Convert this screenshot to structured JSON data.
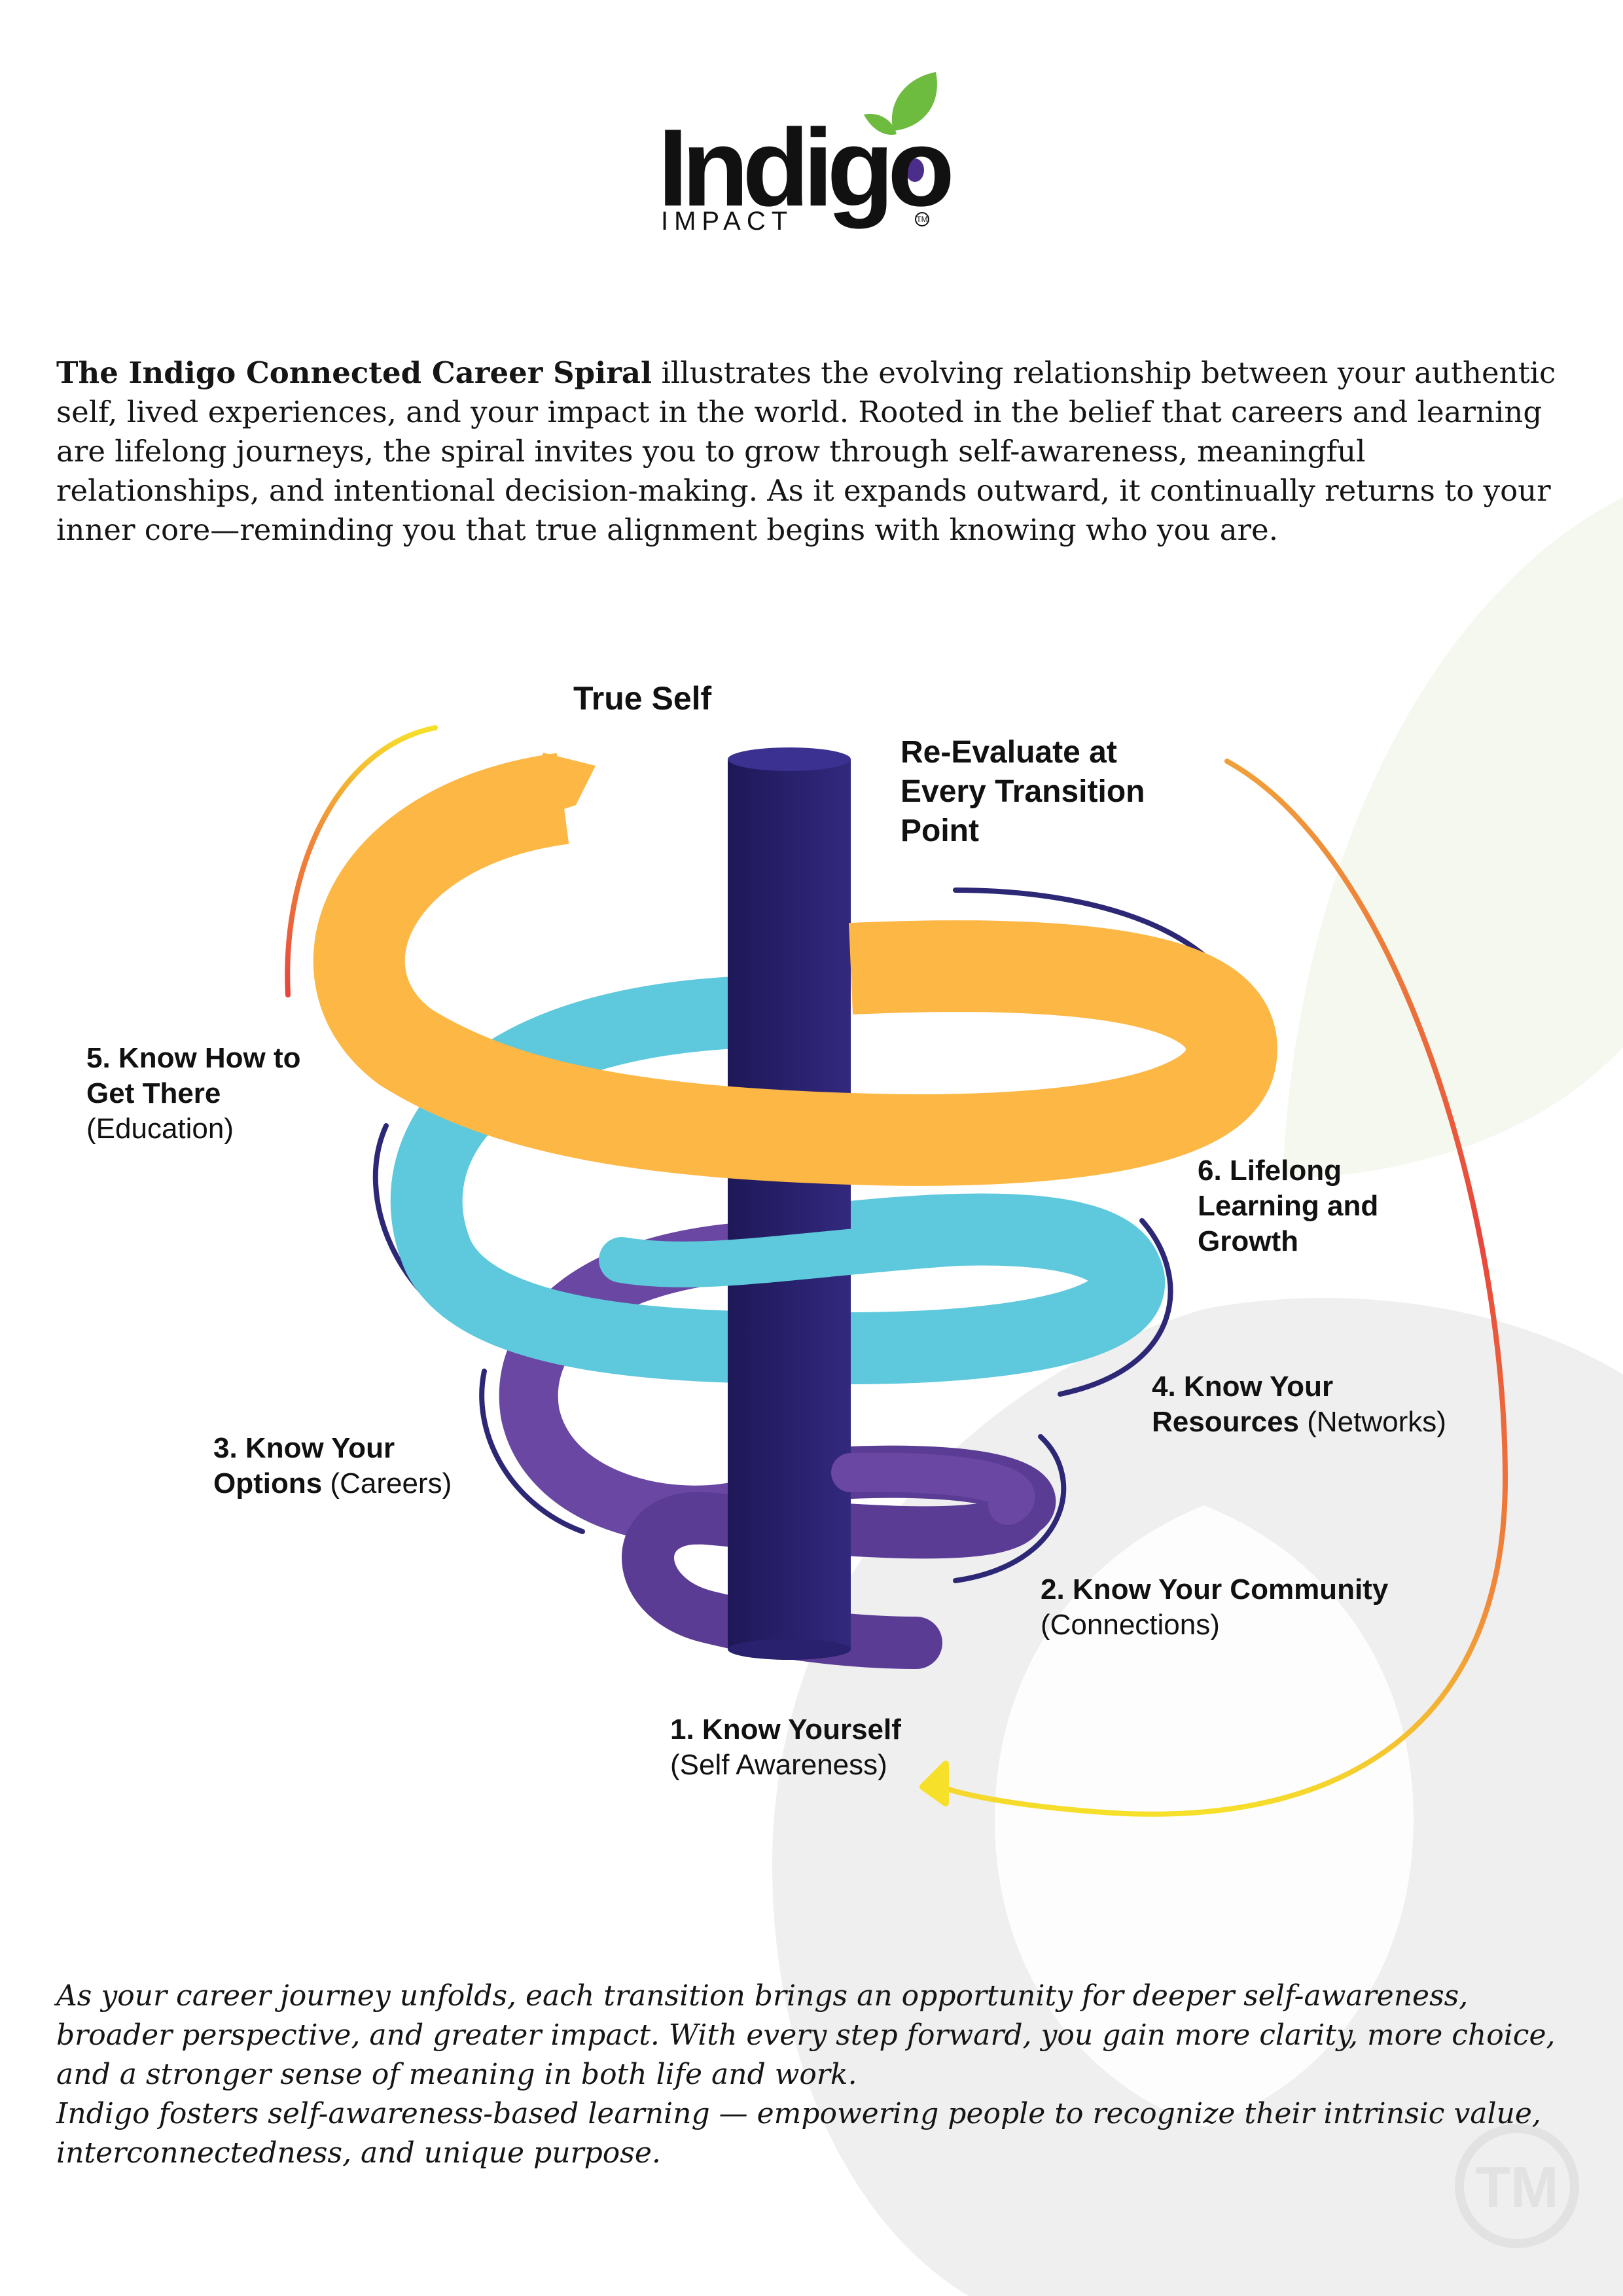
{
  "logo": {
    "word": "Indigo",
    "sub": "IMPACT",
    "tm": "TM",
    "colors": {
      "text": "#111111",
      "leaf": "#6dbb3f",
      "dot": "#4b2d8c"
    }
  },
  "intro": {
    "bold": "The Indigo Connected Career Spiral",
    "rest": " illustrates the evolving relationship between your authentic self, lived experiences, and your impact in the world. Rooted in the belief that careers and learning are lifelong journeys, the spiral invites you to grow through self-awareness, meaningful relationships, and intentional decision-making. As it expands outward, it continually returns to your inner core—reminding you that true alignment begins with knowing who you are."
  },
  "diagram": {
    "true_self": "True Self",
    "reevaluate": {
      "l1": "Re-Evaluate at",
      "l2": "Every Transition",
      "l3": "Point"
    },
    "step5": {
      "l1": "5. Know How to",
      "l2": "Get There",
      "l3": "(Education)"
    },
    "step6": {
      "l1": "6. Lifelong",
      "l2": "Learning and",
      "l3": "Growth"
    },
    "step4": {
      "l1": "4. Know Your",
      "l2b": "Resources",
      "l2r": " (Networks)"
    },
    "step3": {
      "l1": "3. Know Your",
      "l2b": "Options",
      "l2r": " (Careers)"
    },
    "step2": {
      "l1": "2. Know Your Community",
      "l2": "(Connections)"
    },
    "step1": {
      "l1": "1. Know Yourself",
      "l2": "(Self Awareness)"
    },
    "colors": {
      "yellow": "#fdb745",
      "blue": "#5ec8dc",
      "purple": "#6a47a3",
      "pole": "#2a216e",
      "arcs": "#2d2876",
      "arrow_start": "#f6e02a",
      "arrow_mid": "#f08a3a",
      "arrow_end": "#e8453c"
    }
  },
  "closing": {
    "p1": "As your career journey unfolds, each transition brings an opportunity for deeper self-awareness, broader perspective, and greater impact. With every step forward, you gain more clarity, more choice, and a stronger sense of meaning in both life and work.",
    "p2": "Indigo fosters self-awareness-based learning — empowering people to recognize their intrinsic value, interconnectedness, and unique purpose."
  },
  "watermark": {
    "tm": "TM",
    "leaf_color": "#f3f8ef",
    "drop_color": "#ececec"
  }
}
